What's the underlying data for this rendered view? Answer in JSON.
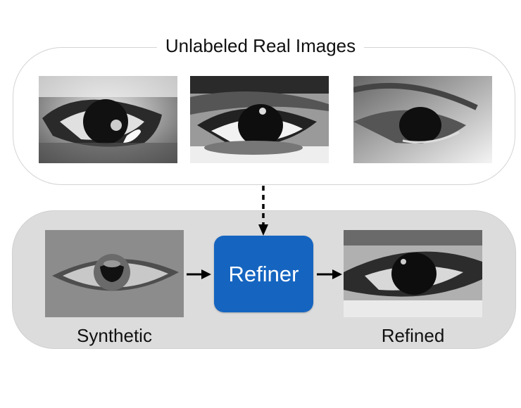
{
  "top_group": {
    "title": "Unlabeled Real Images",
    "images": [
      {
        "name": "real-eye-1",
        "icon": "eye-image"
      },
      {
        "name": "real-eye-2",
        "icon": "eye-image"
      },
      {
        "name": "real-eye-3",
        "icon": "eye-image"
      }
    ]
  },
  "bottom_group": {
    "synthetic_label": "Synthetic",
    "refiner_label": "Refiner",
    "refined_label": "Refined"
  },
  "colors": {
    "refiner": "#1565c0",
    "bottom_background": "#dcdcdd",
    "arrow": "#000000"
  }
}
